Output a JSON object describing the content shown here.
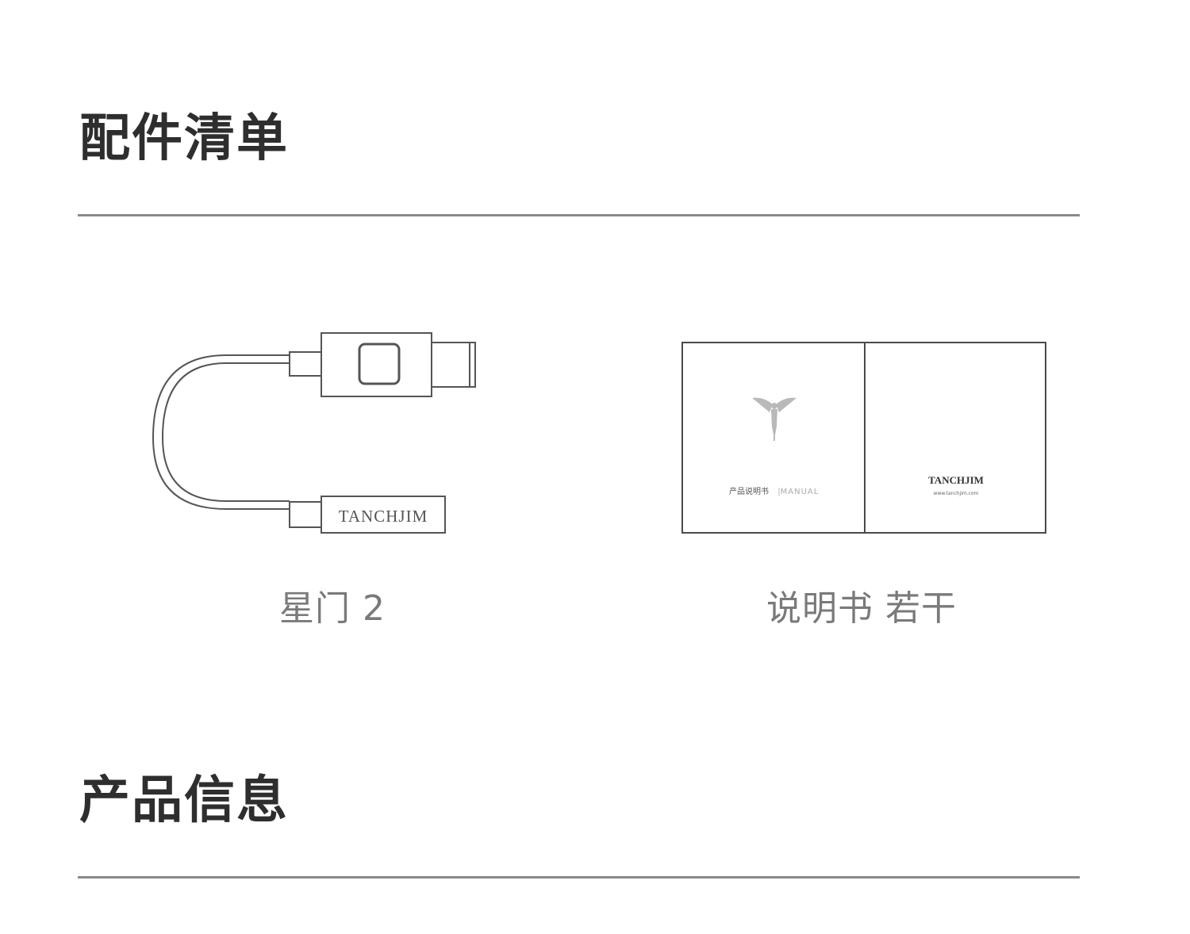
{
  "sections": {
    "accessories_title": "配件清单",
    "product_info_title": "产品信息"
  },
  "items": [
    {
      "caption": "星门 2",
      "brand_text": "TANCHJIM"
    },
    {
      "caption": "说明书 若干",
      "cover_left_text": "产品说明书",
      "cover_left_text_en": "MANUAL",
      "cover_right_brand": "TANCHJIM",
      "cover_right_url": "www.tanchjim.com"
    }
  ],
  "colors": {
    "title": "#2e2e2e",
    "caption": "#7a7a7a",
    "divider": "#8a8a8a",
    "line_art": "#555555"
  }
}
